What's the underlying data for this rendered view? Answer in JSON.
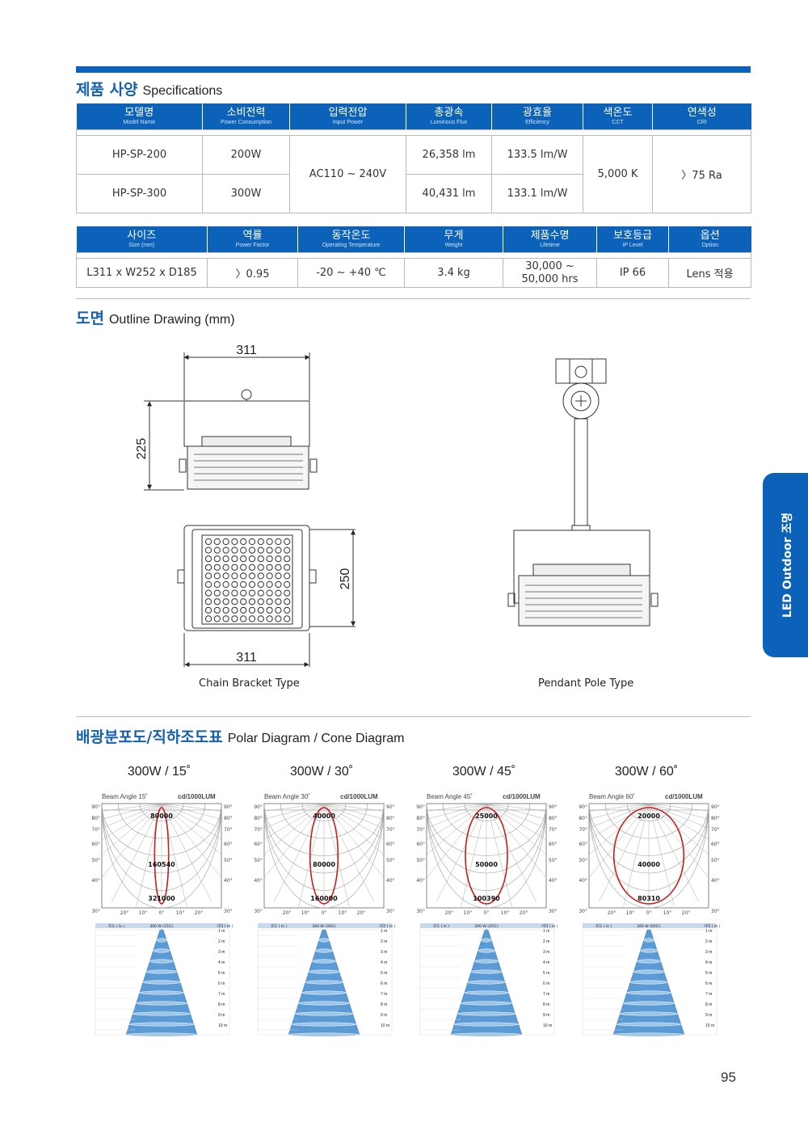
{
  "spec_title": {
    "ko": "제품 사양",
    "en": "Specifications"
  },
  "table1": {
    "headers": [
      {
        "ko": "모델명",
        "en": "Model Name"
      },
      {
        "ko": "소비전력",
        "en": "Power Consumption"
      },
      {
        "ko": "입력전압",
        "en": "Input Power"
      },
      {
        "ko": "총광속",
        "en": "Luminous Flux"
      },
      {
        "ko": "광효율",
        "en": "Efficiency"
      },
      {
        "ko": "색온도",
        "en": "CCT"
      },
      {
        "ko": "연색성",
        "en": "CRI"
      }
    ],
    "rows": [
      {
        "model": "HP-SP-200",
        "power": "200W",
        "flux": "26,358 lm",
        "eff": "133.5 lm/W"
      },
      {
        "model": "HP-SP-300",
        "power": "300W",
        "flux": "40,431 lm",
        "eff": "133.1 lm/W"
      }
    ],
    "input": "AC110 ~ 240V",
    "cct": "5,000 K",
    "cri": "〉75 Ra"
  },
  "table2": {
    "headers": [
      {
        "ko": "사이즈",
        "en": "Size (mm)"
      },
      {
        "ko": "역률",
        "en": "Power Factor"
      },
      {
        "ko": "동작온도",
        "en": "Operating Temperature"
      },
      {
        "ko": "무게",
        "en": "Weight"
      },
      {
        "ko": "제품수명",
        "en": "Lifetime"
      },
      {
        "ko": "보호등급",
        "en": "IP Level"
      },
      {
        "ko": "옵션",
        "en": "Option"
      }
    ],
    "row": {
      "size": "L311 x W252 x D185",
      "pf": "〉0.95",
      "temp": "-20 ~ +40 ℃",
      "weight": "3.4 kg",
      "life1": "30,000 ~",
      "life2": "50,000 hrs",
      "ip": "IP 66",
      "option": "Lens 적용"
    }
  },
  "drawing_title": {
    "ko": "도면",
    "en": "Outline Drawing (mm)"
  },
  "drawing": {
    "dim_width_top": "311",
    "dim_height_side": "225",
    "dim_height_front": "250",
    "dim_width_bottom": "311",
    "caption_left": "Chain Bracket Type",
    "caption_right": "Pendant Pole Type"
  },
  "side_tab": "LED Outdoor 조명",
  "polar_title": {
    "ko": "배광분포도/직하조도표",
    "en": "Polar Diagram / Cone Diagram"
  },
  "polar_common": {
    "unit": "cd/1000LUM",
    "angles_left": [
      "90°",
      "80°",
      "70°",
      "60°",
      "50°",
      "40°",
      "30°"
    ],
    "angles_right": [
      "90°",
      "80°",
      "70°",
      "60°",
      "50°",
      "40°",
      "30°"
    ],
    "angles_bottom": [
      "20°",
      "10°",
      "0°",
      "10°",
      "20°"
    ],
    "cone_headers": [
      "조도 ( lx )",
      "거리 ( m )"
    ],
    "cone_distances": [
      "1 m",
      "2 m",
      "3 m",
      "4 m",
      "5 m",
      "6 m",
      "7 m",
      "8 m",
      "9 m",
      "10 m"
    ]
  },
  "panels": [
    {
      "title": "300W / 15˚",
      "beam": "Beam Angle 15˚",
      "labels": [
        "80000",
        "160540",
        "321000"
      ],
      "width_frac": 0.09,
      "cone_header": "300 W (15도)"
    },
    {
      "title": "300W / 30˚",
      "beam": "Beam Angle 30˚",
      "labels": [
        "40000",
        "80000",
        "160000"
      ],
      "width_frac": 0.18,
      "cone_header": "300 W (30도)"
    },
    {
      "title": "300W / 45˚",
      "beam": "Beam Angle 45˚",
      "labels": [
        "25000",
        "50000",
        "100390"
      ],
      "width_frac": 0.27,
      "cone_header": "300 W (45도)"
    },
    {
      "title": "300W / 60˚",
      "beam": "Beam Angle 60˚",
      "labels": [
        "20000",
        "40000",
        "80310"
      ],
      "width_frac": 0.45,
      "cone_header": "300 W (60도)"
    }
  ],
  "page_number": "95"
}
